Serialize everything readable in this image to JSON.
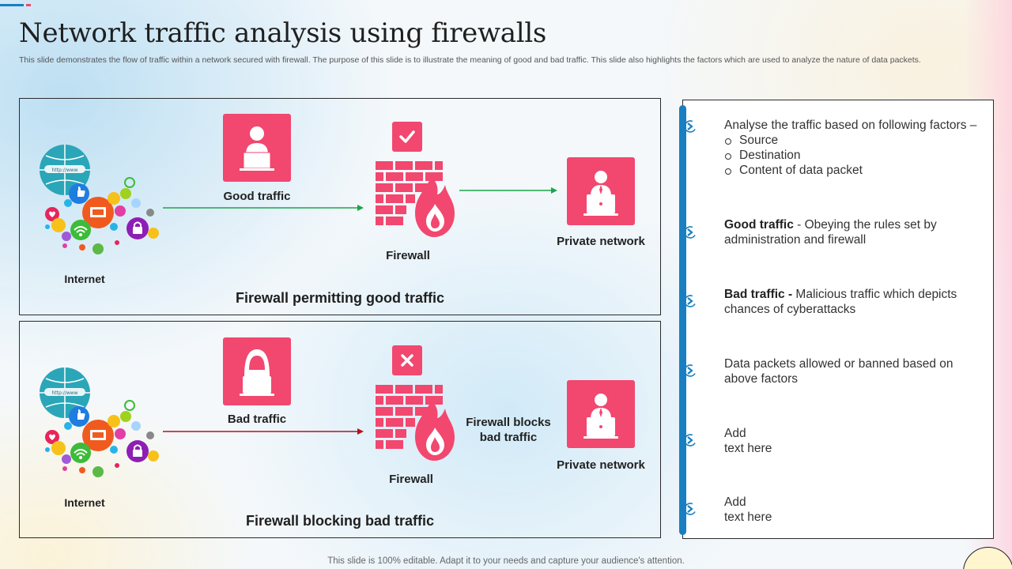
{
  "slide": {
    "title": "Network traffic analysis using firewalls",
    "subtitle": "This slide demonstrates the flow of traffic within a network secured with firewall. The purpose of this slide is to illustrate the meaning of good and bad traffic. This slide also highlights the factors which are used to analyze the nature of data packets.",
    "footer": "This slide is 100% editable. Adapt it to your needs and capture your audience's attention."
  },
  "colors": {
    "accent_pink": "#f2476f",
    "accent_blue": "#1a7fc1",
    "good_arrow": "#1aa64a",
    "bad_arrow": "#b5121b"
  },
  "top_panel": {
    "internet_label": "Internet",
    "traffic_label": "Good traffic",
    "traffic_icon": "person-laptop-icon",
    "firewall_label": "Firewall",
    "firewall_status_icon": "check-icon",
    "destination_label": "Private network",
    "caption": "Firewall permitting good traffic"
  },
  "bottom_panel": {
    "internet_label": "Internet",
    "traffic_label": "Bad traffic",
    "traffic_icon": "hooded-hacker-icon",
    "firewall_label": "Firewall",
    "firewall_status_icon": "cross-icon",
    "blocked_note": "Firewall blocks bad traffic",
    "destination_label": "Private network",
    "caption": "Firewall blocking bad traffic"
  },
  "side_panel": {
    "items": [
      {
        "text": "Analyse the traffic based on following factors –",
        "sub": [
          "Source",
          "Destination",
          "Content of data packet"
        ]
      },
      {
        "bold": "Good traffic",
        "text": " - Obeying the rules set by administration and firewall"
      },
      {
        "bold": "Bad traffic -",
        "text": " Malicious traffic which depicts chances of cyberattacks"
      },
      {
        "text": "Data packets allowed or banned based on above factors"
      },
      {
        "line1": "Add",
        "line2": "text here"
      },
      {
        "line1": "Add",
        "line2": "text here"
      }
    ]
  }
}
